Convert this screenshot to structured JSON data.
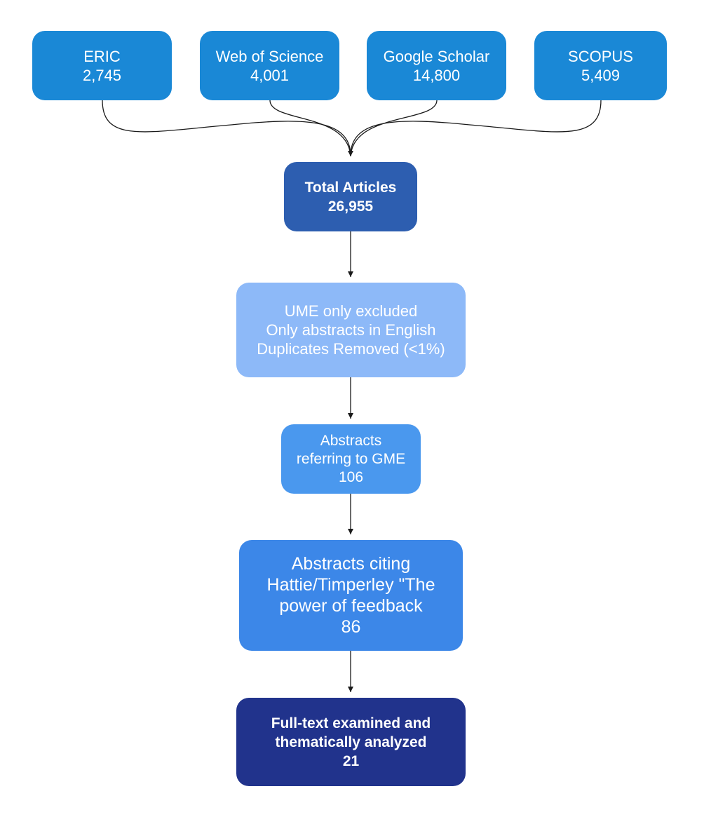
{
  "sources": [
    {
      "name": "ERIC",
      "count": "2,745"
    },
    {
      "name": "Web of Science",
      "count": "4,001"
    },
    {
      "name": "Google Scholar",
      "count": "14,800"
    },
    {
      "name": "SCOPUS",
      "count": "5,409"
    }
  ],
  "total": {
    "label": "Total Articles",
    "count": "26,955"
  },
  "screening": {
    "lines": [
      "UME only excluded",
      "Only abstracts in English",
      "Duplicates Removed (<1%)"
    ]
  },
  "gme": {
    "lines": [
      "Abstracts",
      "referring to GME"
    ],
    "count": "106"
  },
  "citing": {
    "lines": [
      "Abstracts citing",
      "Hattie/Timperley \"The",
      "power of feedback"
    ],
    "count": "86"
  },
  "final": {
    "lines": [
      "Full-text examined and",
      "thematically analyzed"
    ],
    "count": "21"
  },
  "colors": {
    "source": "#1a88d6",
    "total": "#2d5eb0",
    "screening": "#8db9f8",
    "gme": "#4a98ee",
    "citing": "#3c87e8",
    "final": "#21338c",
    "connector": "#1a1a1a"
  }
}
